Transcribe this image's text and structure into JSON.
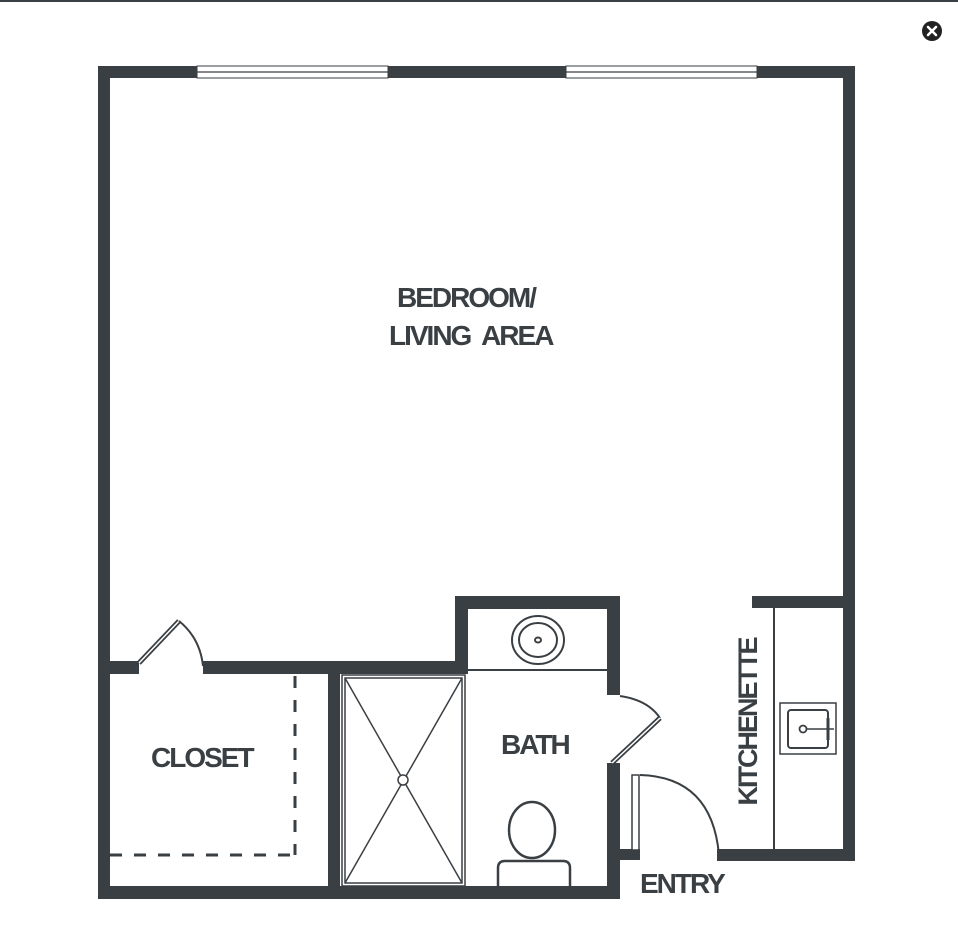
{
  "viewer": {
    "close_icon": "close-x-circle-icon",
    "close_label": "×"
  },
  "floorplan": {
    "rooms": {
      "bedroom_line1": "BEDROOM/",
      "bedroom_line2": "LIVING AREA",
      "closet": "CLOSET",
      "bath": "BATH",
      "kitchenette": "KITCHENETTE",
      "entry": "ENTRY"
    },
    "colors": {
      "wall": "#3a3f43",
      "background": "#ffffff",
      "close_button": "#222222"
    },
    "fixtures": [
      "window",
      "window",
      "closet-door",
      "closet-shelf",
      "shower",
      "shower-drain",
      "bath-sink",
      "toilet",
      "bath-door",
      "entry-door",
      "kitchen-counter",
      "kitchen-sink"
    ]
  }
}
